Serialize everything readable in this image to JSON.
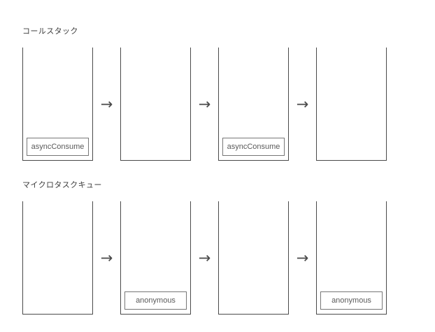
{
  "diagram": {
    "title_hidden": "",
    "arrow_glyph": "→",
    "colors": {
      "border": "#4a4a4a",
      "frame_border": "#777777",
      "text": "#3c3c3c",
      "frame_text": "#5a5a5a",
      "background": "#ffffff"
    }
  },
  "sections": [
    {
      "id": "call-stack",
      "label": "コールスタック",
      "columns": [
        {
          "index": 1,
          "frames": [
            "asyncConsume"
          ]
        },
        {
          "index": 2,
          "frames": []
        },
        {
          "index": 3,
          "frames": [
            "asyncConsume"
          ]
        },
        {
          "index": 4,
          "frames": []
        }
      ],
      "arrows": [
        "→",
        "→",
        "→"
      ]
    },
    {
      "id": "microtask-queue",
      "label": "マイクロタスクキュー",
      "columns": [
        {
          "index": 1,
          "frames": []
        },
        {
          "index": 2,
          "frames": [
            "anonymous"
          ]
        },
        {
          "index": 3,
          "frames": []
        },
        {
          "index": 4,
          "frames": [
            "anonymous"
          ]
        }
      ],
      "arrows": [
        "→",
        "→",
        "→"
      ]
    }
  ]
}
